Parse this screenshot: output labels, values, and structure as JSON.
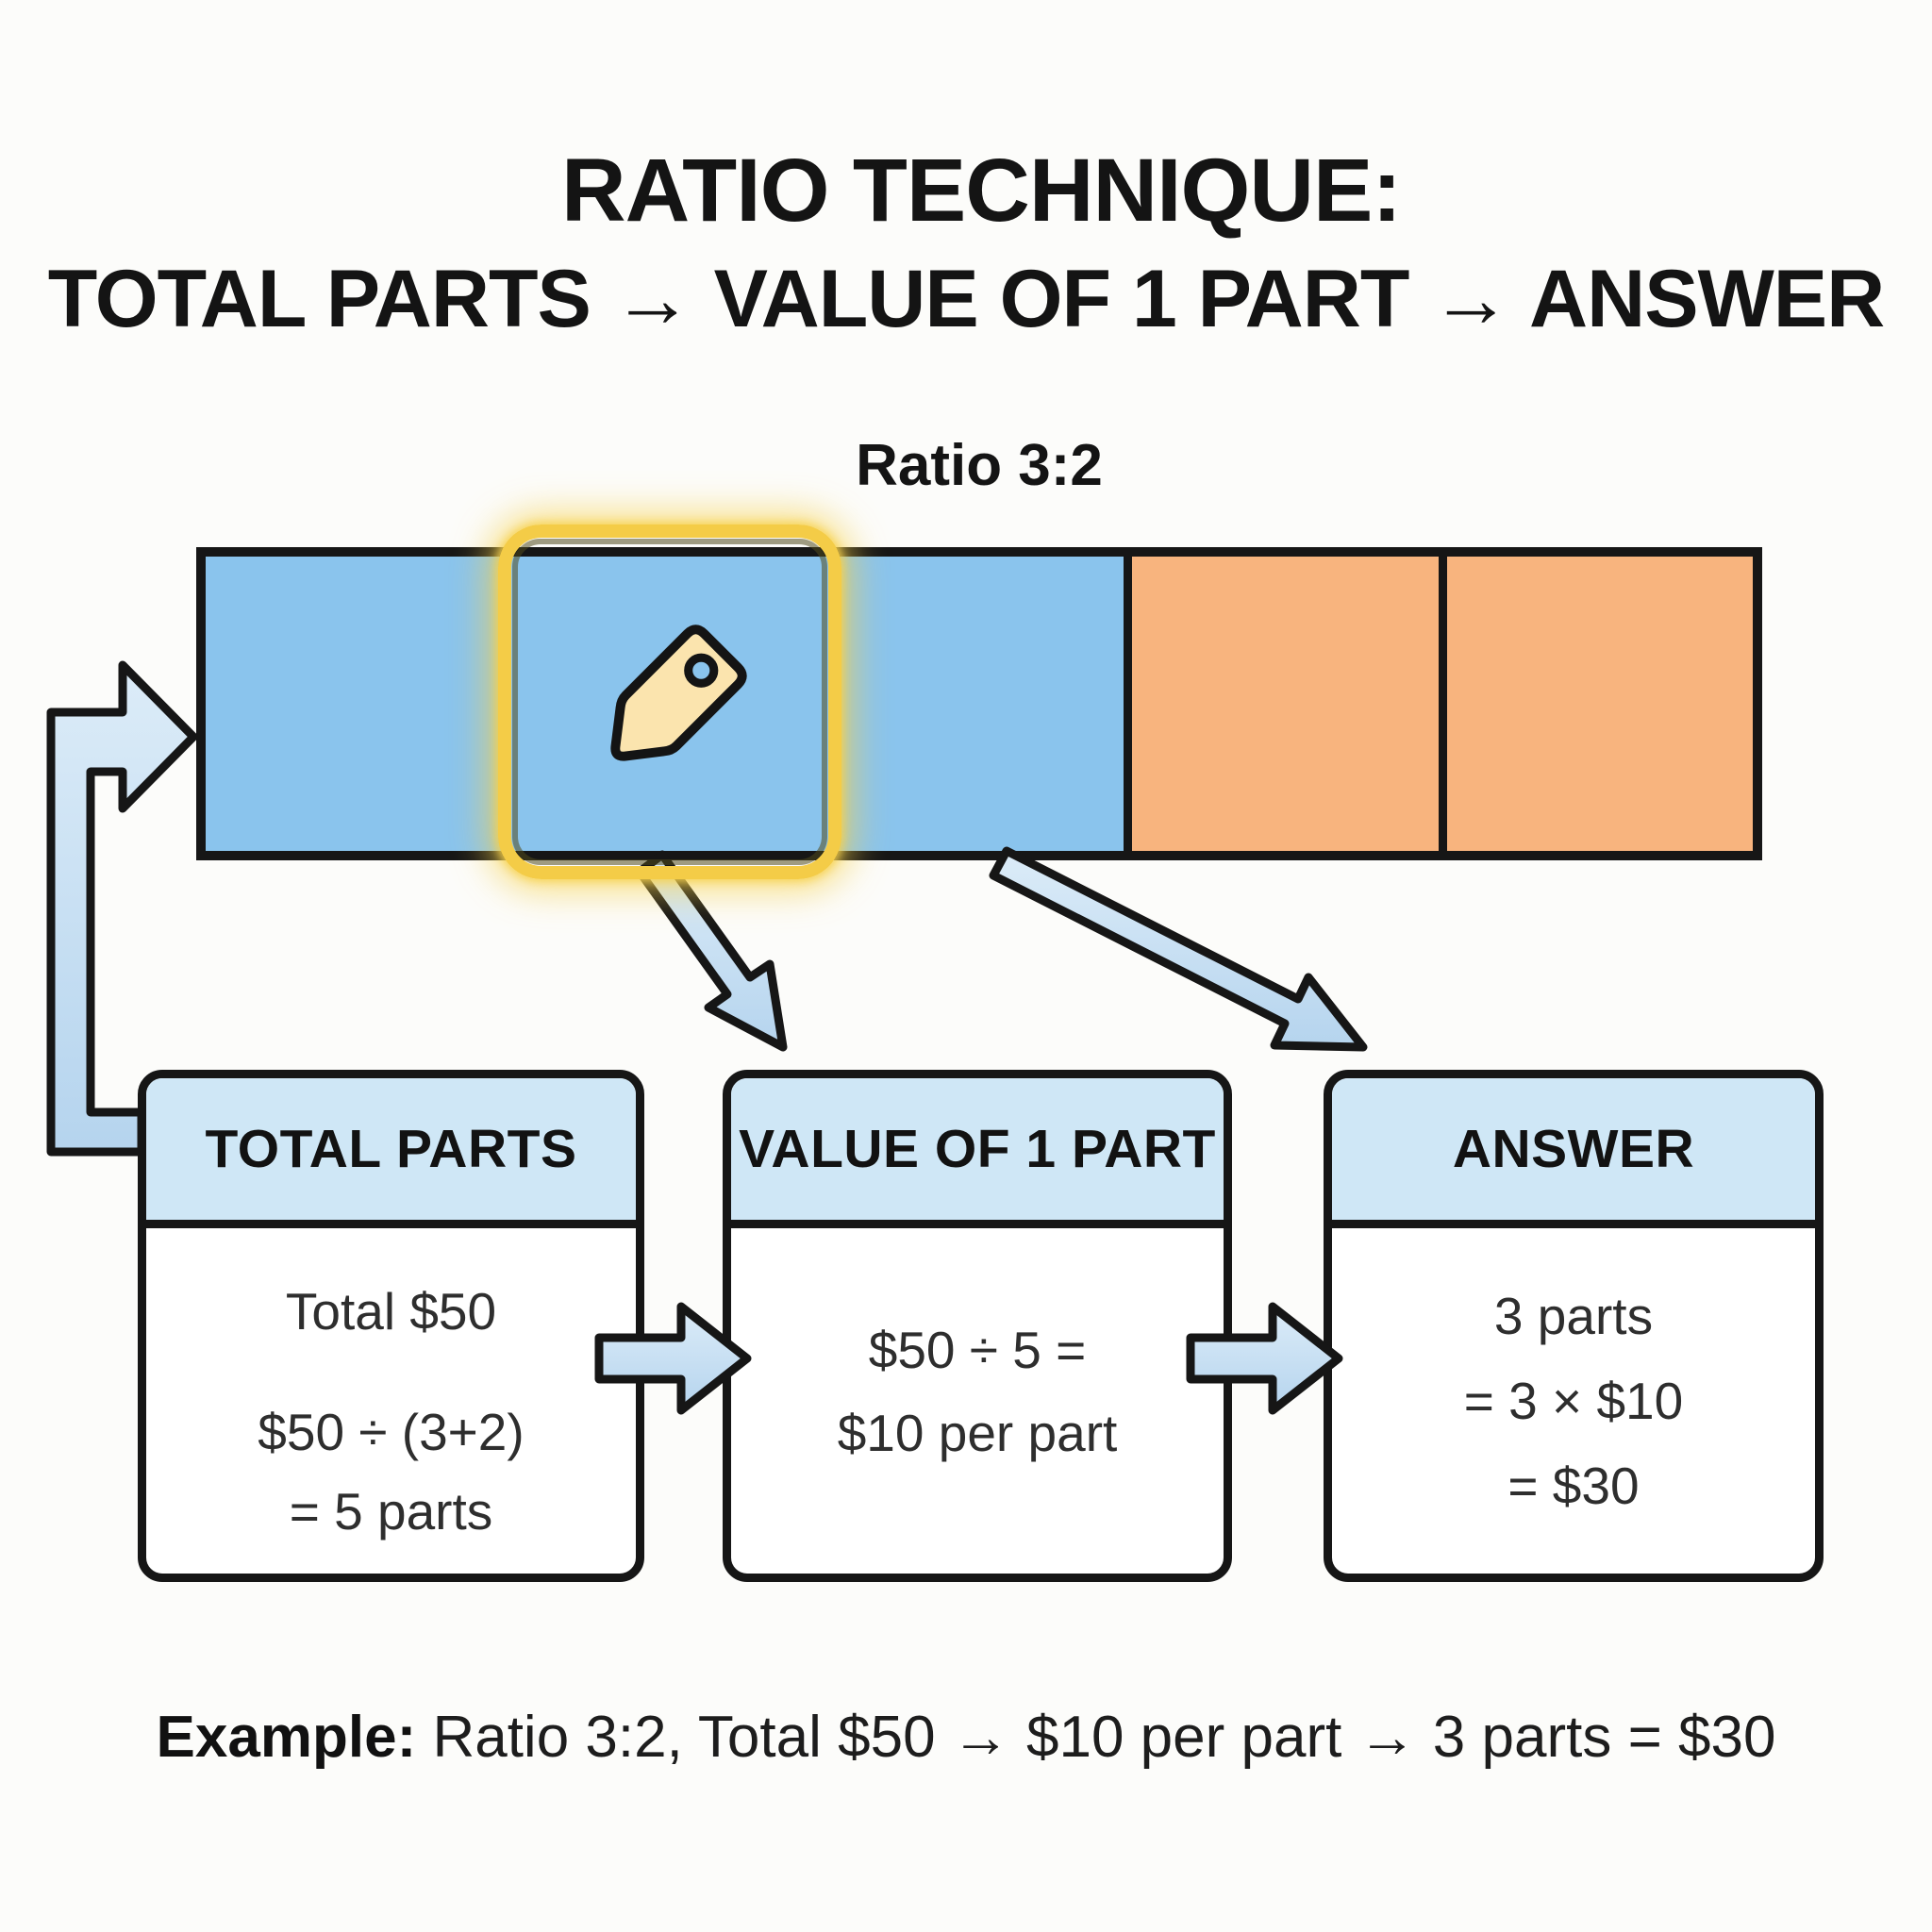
{
  "title": {
    "line1": "RATIO TECHNIQUE:",
    "line2": "TOTAL PARTS → VALUE OF 1 PART → ANSWER"
  },
  "bar": {
    "label": "Ratio 3:2",
    "ratio": "3:2",
    "segments": [
      {
        "name": "part-1",
        "color": "#8ac4ed"
      },
      {
        "name": "part-2-highlighted",
        "color": "#8ac4ed"
      },
      {
        "name": "part-3",
        "color": "#8ac4ed"
      },
      {
        "name": "part-4",
        "color": "#f8b47e"
      },
      {
        "name": "part-5",
        "color": "#f8b47e"
      }
    ],
    "highlight": {
      "segment_index": 1,
      "ring_color": "#f4cc47",
      "icon": "price-tag-icon",
      "icon_fill": "#fbe4ae",
      "icon_hole_fill": "#8ac4ed"
    }
  },
  "boxes": [
    {
      "header": "TOTAL PARTS",
      "lines": [
        "Total $50",
        "$50 ÷ (3+2)",
        "= 5 parts"
      ]
    },
    {
      "header": "VALUE OF 1 PART",
      "lines": [
        "$50 ÷ 5 =",
        "$10 per part"
      ]
    },
    {
      "header": "ANSWER",
      "lines": [
        "3 parts",
        "= 3 × $10",
        "= $30"
      ]
    }
  ],
  "example": {
    "label": "Example:",
    "text": " Ratio 3:2, Total $50 → $10 per part → 3 parts = $30"
  },
  "colors": {
    "background": "#fcfcfa",
    "blue_part": "#8ac4ed",
    "orange_part": "#f8b47e",
    "box_header_bg": "#cfe7f6",
    "arrow_fill_light": "#d9eaf7",
    "arrow_fill_dark": "#b5d4ee",
    "highlight_yellow": "#f4cc47",
    "tag_fill": "#fbe4ae",
    "outline_black": "#161616",
    "body_text": "#2e2e2e"
  }
}
